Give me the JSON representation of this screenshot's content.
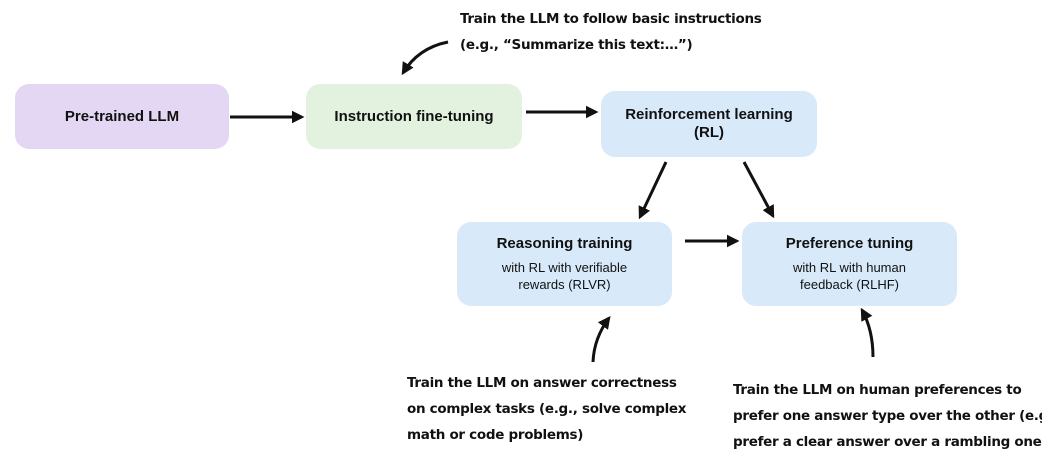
{
  "boxes": {
    "pretrained": {
      "title": "Pre-trained LLM",
      "color": "#e4d7f3"
    },
    "instruction": {
      "title": "Instruction fine-tuning",
      "color": "#e2f2df"
    },
    "rl": {
      "title_line1": "Reinforcement learning",
      "title_line2": "(RL)",
      "color": "#d8eafa"
    },
    "reasoning": {
      "title": "Reasoning training",
      "sub_line1": "with RL with verifiable",
      "sub_line2": "rewards (RLVR)",
      "color": "#d8eafa"
    },
    "preference": {
      "title": "Preference tuning",
      "sub_line1": "with RL with human",
      "sub_line2": "feedback (RLHF)",
      "color": "#d8eafa"
    }
  },
  "notes": {
    "instruction": {
      "line1": "Train the LLM to follow basic instructions",
      "line2": "(e.g., “Summarize this text:…”)"
    },
    "reasoning": {
      "line1": "Train the LLM on answer correctness",
      "line2": "on complex tasks (e.g., solve complex",
      "line3": "math or code problems)"
    },
    "preference": {
      "line1": "Train the LLM on human preferences to",
      "line2": "prefer one answer type over the other (e.g.,",
      "line3": "prefer a clear answer over a rambling one)"
    }
  }
}
